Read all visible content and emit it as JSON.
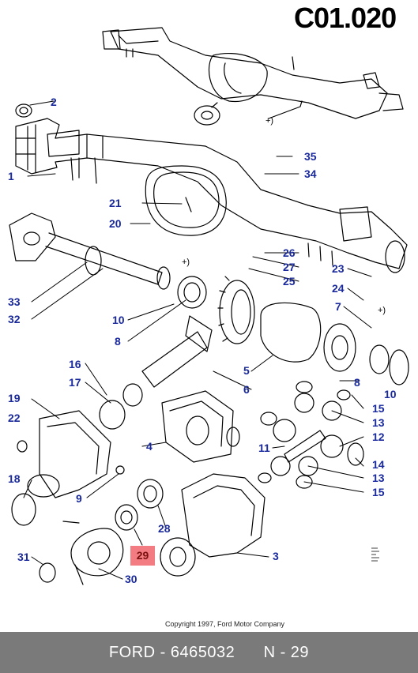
{
  "page_code": "C01.020",
  "highlighted_part": "29",
  "callouts": [
    "1",
    "2",
    "3",
    "4",
    "5",
    "6",
    "7",
    "8",
    "8",
    "9",
    "10",
    "10",
    "11",
    "12",
    "13",
    "13",
    "14",
    "15",
    "15",
    "16",
    "17",
    "18",
    "19",
    "20",
    "21",
    "22",
    "23",
    "24",
    "25",
    "26",
    "27",
    "28",
    "30",
    "31",
    "32",
    "33",
    "34",
    "35"
  ],
  "plus_marks": [
    "+)",
    "+)",
    "+)"
  ],
  "copyright": "Copyright 1997, Ford Motor Company",
  "footer": {
    "brand": "FORD",
    "part_number": "6465032",
    "sheet": "N - 29"
  }
}
